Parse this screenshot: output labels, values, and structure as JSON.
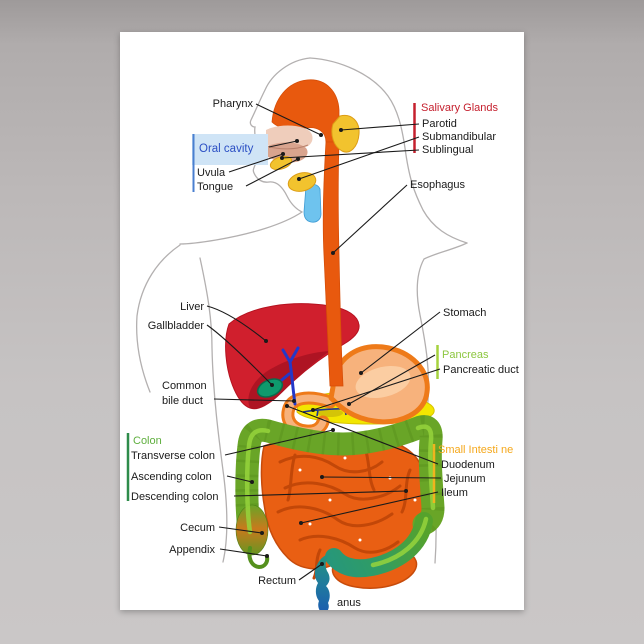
{
  "labels": {
    "pharynx": "Pharynx",
    "oral_cavity": "Oral cavity",
    "uvula": "Uvula",
    "tongue": "Tongue",
    "salivary_glands": "Salivary Glands",
    "parotid": "Parotid",
    "submandibular": "Submandibular",
    "sublingual": "Sublingual",
    "esophagus": "Esophagus",
    "liver": "Liver",
    "gallbladder": "Gallbladder",
    "common_bile_duct_line1": "Common",
    "common_bile_duct_line2": "bile duct",
    "stomach": "Stomach",
    "pancreas": "Pancreas",
    "pancreatic_duct": "Pancreatic duct",
    "colon": "Colon",
    "transverse_colon": "Transverse colon",
    "ascending_colon": "Ascending colon",
    "descending_colon": "Descending colon",
    "small_intestine": "Small Intesti ne",
    "duodenum": "Duodenum",
    "jejunum": "Jejunum",
    "ileum": "Ileum",
    "cecum": "Cecum",
    "appendix": "Appendix",
    "rectum": "Rectum",
    "anus": "anus"
  },
  "colors": {
    "label_text": "#1a1a1a",
    "salivary_glands_red": "#c5202e",
    "oral_cavity_text_blue": "#2b4fc4",
    "oral_cavity_box_fill": "#cfe4f6",
    "oral_cavity_bar_blue": "#4a7fd0",
    "pancreas_green": "#8cc63e",
    "pancreas_bar_green": "#a6d23e",
    "colon_green": "#5faf3e",
    "colon_bar_green": "#2e8c4a",
    "small_intestine_orange": "#f5a81c",
    "small_intestine_bar_yellow": "#f0b41e"
  },
  "organ_colors": {
    "esophagus_orange": "#e8590e",
    "stomach_outline": "#ee7a19",
    "stomach_fill": "#f7b27c",
    "liver_red": "#d01f2d",
    "liver_dark_red": "#aa1322",
    "gallbladder_teal": "#0f9a6d",
    "bile_duct_blue": "#2438c8",
    "pancreas_yellow": "#f2e600",
    "colon_green": "#69a527",
    "colon_highlight_green": "#97d43c",
    "small_intestine_orange": "#e95f13",
    "small_intestine_line_orange": "#c24708",
    "rectum_teal": "#27977a",
    "anus_blue": "#1b5cb0",
    "salivary_gland_yellow": "#f2c32e",
    "trachea_blue": "#6ec3ee"
  }
}
